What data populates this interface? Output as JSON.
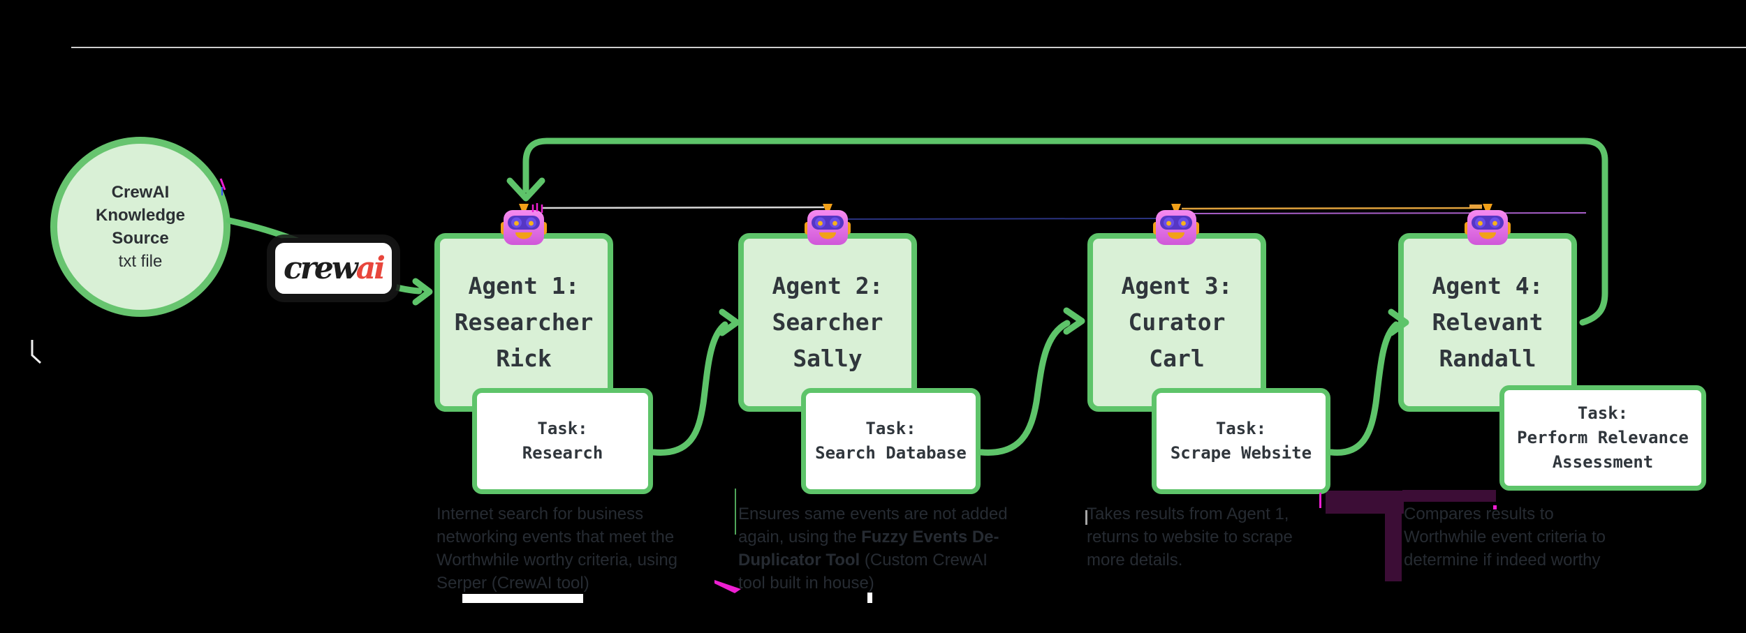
{
  "source_circle": {
    "title": "CrewAI\nKnowledge\nSource",
    "subtitle": "txt file"
  },
  "crewai_logo": {
    "crew": "crew",
    "ai": "ai"
  },
  "agents": [
    {
      "title": "Agent 1:\nResearcher\nRick",
      "task": "Task:\nResearch",
      "desc_pre": "Internet search for business\nnetworking events that meet the\nWorthwhile worthy criteria, using\nSerper (CrewAI tool)",
      "desc_bold": "",
      "desc_post": ""
    },
    {
      "title": "Agent 2:\nSearcher\nSally",
      "task": "Task:\nSearch Database",
      "desc_pre": "Ensures same events are not added\nagain, using the ",
      "desc_bold": "Fuzzy Events De-\nDuplicator Tool",
      "desc_post": " (Custom CrewAI\ntool built in house)"
    },
    {
      "title": "Agent 3:\nCurator\nCarl",
      "task": "Task:\nScrape Website",
      "desc_pre": "Takes results from Agent 1,\nreturns to website to scrape\nmore details.",
      "desc_bold": "",
      "desc_post": ""
    },
    {
      "title": "Agent 4:\nRelevant\nRandall",
      "task": "Task:\nPerform Relevance\nAssessment",
      "desc_pre": "Compares results to\nWorthwhile event criteria to\ndetermine if indeed worthy",
      "desc_bold": "",
      "desc_post": ""
    }
  ],
  "colors": {
    "background": "#000000",
    "accent_green": "#5ec46a",
    "box_fill": "#d9f0d6",
    "logo_red": "#e8463c",
    "logo_black": "#1d1d1d",
    "magenta_mark": "#ee1fd2",
    "white_line": "#d8d8d8",
    "navy_line": "#2a3380",
    "orange_line": "#e0a23c",
    "violet_line": "#a85fc9",
    "purple_block": "#3c0d36",
    "robot_pink": "#e96fe3",
    "robot_orange": "#f2a018",
    "robot_visor": "#5636c4"
  }
}
